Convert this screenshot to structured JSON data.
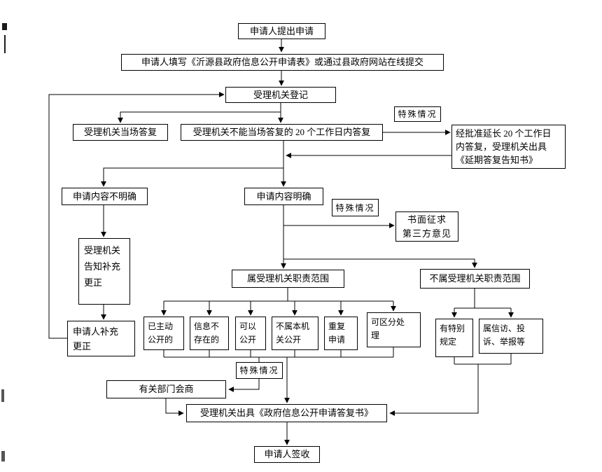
{
  "diagram": {
    "background": "#ffffff",
    "line_color": "#000000",
    "box_fill": "#ffffff",
    "box_border": "#000000",
    "nodes": {
      "apply": "申请人提出申请",
      "fill_form": "申请人填写《沂源县政府信息公开申请表》或通过县政府网站在线提交",
      "register": "受理机关登记",
      "onspot_reply": "受理机关当场答复",
      "within_20_days": "受理机关不能当场答复的 20 个工作日内答复",
      "special_case_1": "特殊情况",
      "extend_reply": "经批准延长 20 个工作日\n内答复，受理机关出具\n《延期答复告知书》",
      "content_unclear": "申请内容不明确",
      "content_clear": "申请内容明确",
      "special_case_2": "特殊情况",
      "third_party": "书面征求\n第三方意见",
      "notify_supplement": "受理机关\n告知补充\n更正",
      "in_scope": "属受理机关职责范围",
      "out_scope": "不属受理机关职责范围",
      "applicant_supplement": "申请人补充\n更正",
      "already_public": "已主动\n公开的",
      "info_not_exist": "信息不\n存在的",
      "can_public": "可以\n公开",
      "not_this_org": "不属本机\n关公开",
      "repeat_apply": "重复\n申请",
      "separable": "可区分处\n理",
      "special_rule": "有特别\n规定",
      "petition": "属信访、投\n诉、举报等",
      "special_case_3": "特殊情况",
      "consult": "有关部门会商",
      "reply_doc": "受理机关出具《政府信息公开申请答复书》",
      "sign": "申请人签收"
    }
  }
}
